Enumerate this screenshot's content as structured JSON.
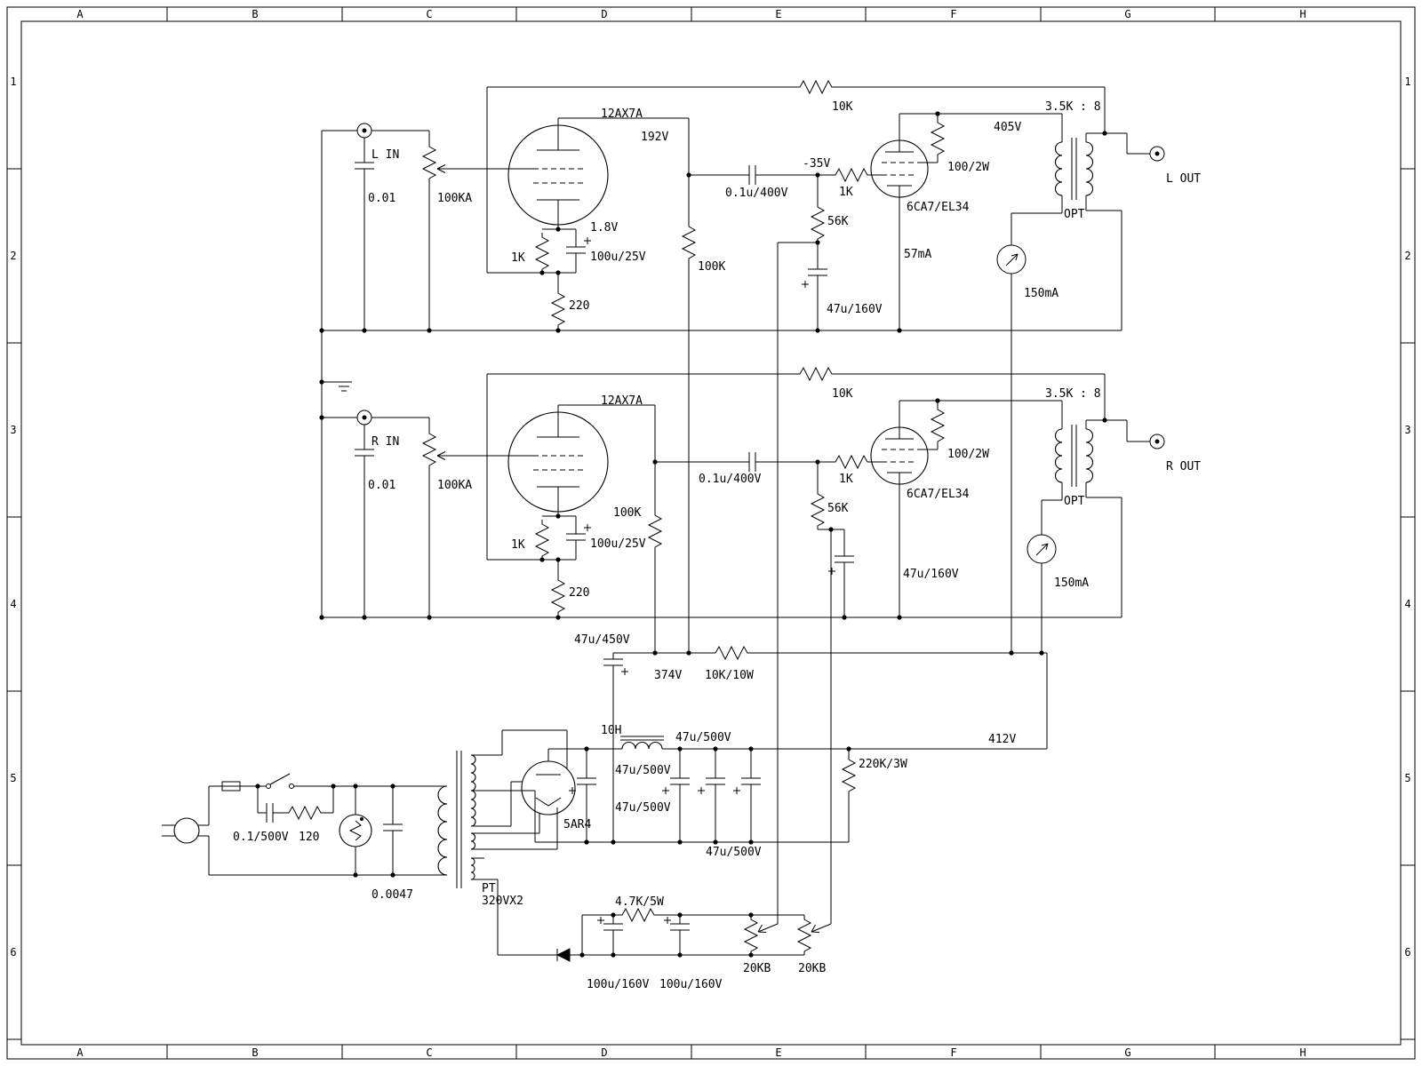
{
  "schematic": {
    "grid": {
      "cols": [
        "A",
        "B",
        "C",
        "D",
        "E",
        "F",
        "G",
        "H"
      ],
      "rows": [
        "1",
        "2",
        "3",
        "4",
        "5",
        "6"
      ]
    },
    "left_channel": {
      "input_label": "L IN",
      "input_cap": "0.01",
      "volume_pot": "100KA",
      "preamp_tube": "12AX7A",
      "plate_voltage": "192V",
      "cathode_voltage": "1.8V",
      "cathode_resistor": "1K",
      "cathode_cap": "100u/25V",
      "tail_resistor": "220",
      "plate_resistor": "100K",
      "feedback_resistor": "10K",
      "coupling_cap": "0.1u/400V",
      "bias_voltage": "-35V",
      "grid_stopper": "1K",
      "grid_resistor": "56K",
      "bias_cap": "47u/160V",
      "power_tube": "6CA7/EL34",
      "screen_resistor": "100/2W",
      "anode_voltage": "405V",
      "opt_ratio": "3.5K : 8",
      "opt_label": "OPT",
      "output_label": "L OUT",
      "cathode_current": "57mA",
      "meter_range": "150mA"
    },
    "right_channel": {
      "input_label": "R IN",
      "input_cap": "0.01",
      "volume_pot": "100KA",
      "preamp_tube": "12AX7A",
      "cathode_resistor": "1K",
      "cathode_cap": "100u/25V",
      "tail_resistor": "220",
      "plate_resistor": "100K",
      "feedback_resistor": "10K",
      "coupling_cap": "0.1u/400V",
      "grid_stopper": "1K",
      "grid_resistor": "56K",
      "bias_cap": "47u/160V",
      "power_tube": "6CA7/EL34",
      "screen_resistor": "100/2W",
      "opt_ratio": "3.5K : 8",
      "opt_label": "OPT",
      "output_label": "R OUT",
      "meter_range": "150mA"
    },
    "power_supply": {
      "reservoir_cap": "47u/450V",
      "b2_voltage": "374V",
      "dropper_resistor": "10K/10W",
      "choke": "10H",
      "filter_cap_1": "47u/500V",
      "filter_cap_2": "47u/500V",
      "filter_cap_3": "47u/500V",
      "filter_cap_4": "47u/500V",
      "bleeder_resistor": "220K/3W",
      "b1_voltage": "412V",
      "rectifier_tube": "5AR4",
      "transformer_label": "PT",
      "transformer_model": "320VX2",
      "line_snubber_cap": "0.1/500V",
      "line_snubber_resistor": "120",
      "line_filter_cap": "0.0047",
      "bias_resistor": "4.7K/5W",
      "bias_pot_left": "20KB",
      "bias_pot_right": "20KB",
      "bias_cap_1": "100u/160V",
      "bias_cap_2": "100u/160V"
    }
  }
}
